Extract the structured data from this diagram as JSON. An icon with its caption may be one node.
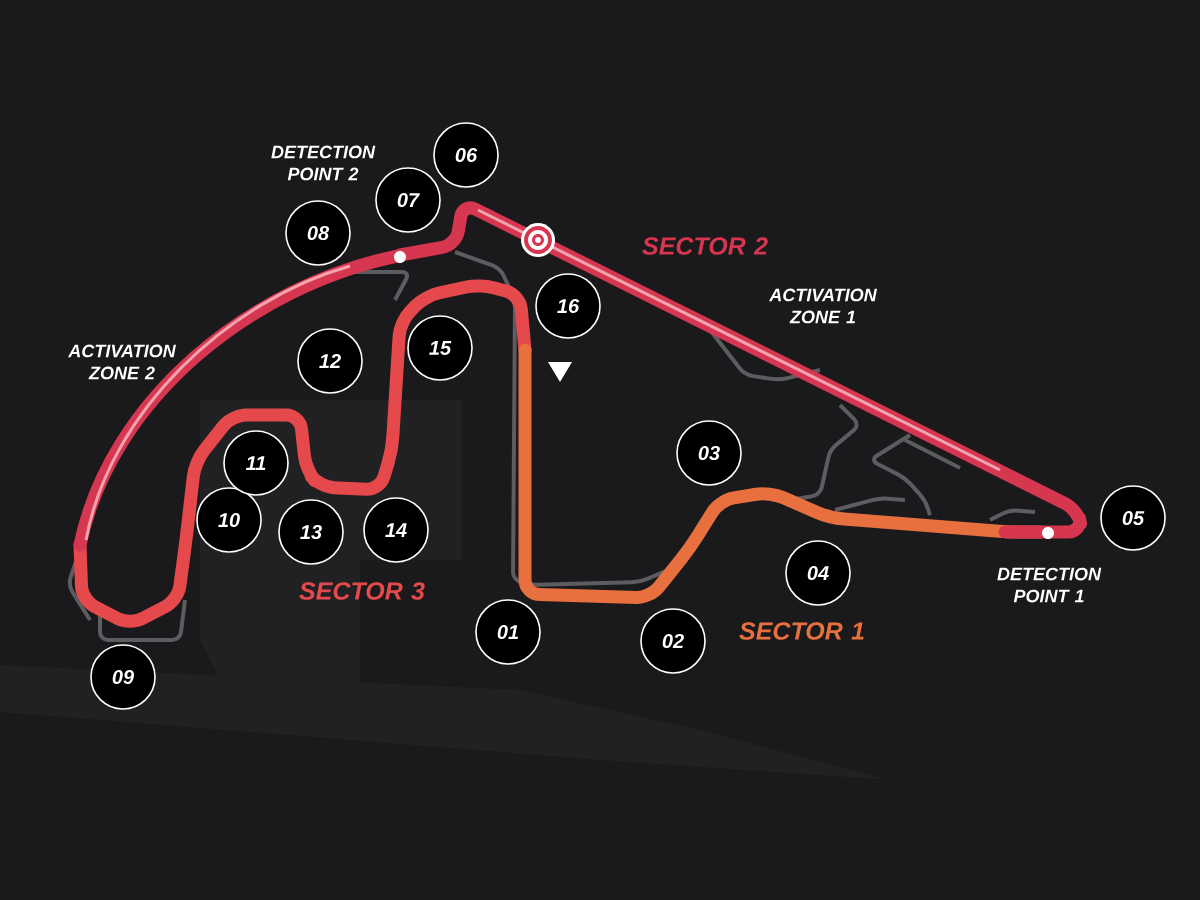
{
  "diagram": {
    "nodes": [
      {
        "text": [
          "01"
        ]
      },
      {
        "text": [
          "02"
        ]
      },
      {
        "text": [
          "03"
        ]
      },
      {
        "text": [
          "04"
        ]
      },
      {
        "text": [
          "05"
        ]
      },
      {
        "text": [
          "06"
        ]
      },
      {
        "text": [
          "07"
        ]
      },
      {
        "text": [
          "08"
        ]
      },
      {
        "text": [
          "09"
        ]
      },
      {
        "text": [
          "10"
        ]
      },
      {
        "text": [
          "11"
        ]
      },
      {
        "text": [
          "12"
        ]
      },
      {
        "text": [
          "13"
        ]
      },
      {
        "text": [
          "14"
        ]
      },
      {
        "text": [
          "15"
        ]
      },
      {
        "text": [
          "16"
        ]
      }
    ],
    "labels": [
      "DETECTION POINT 2",
      "SECTOR 2",
      "ACTIVATION ZONE 1",
      "ACTIVATION ZONE 2",
      "SECTOR 3",
      "SECTOR 1",
      "DETECTION POINT 1"
    ]
  }
}
